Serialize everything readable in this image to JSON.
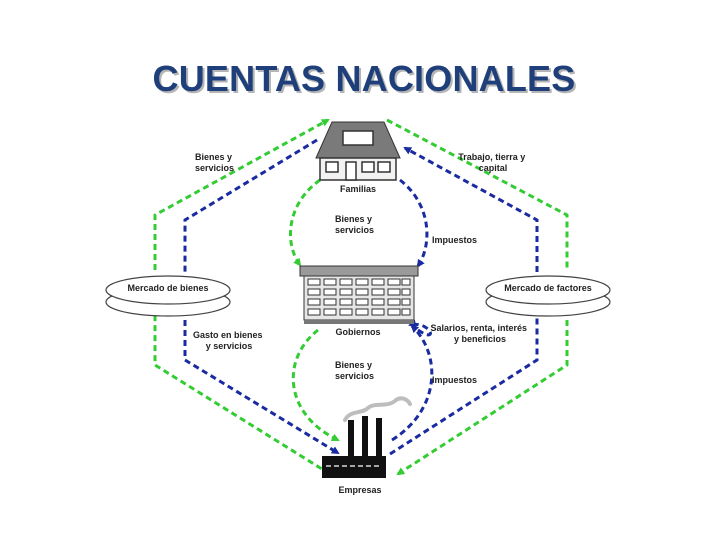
{
  "title": "CUENTAS NACIONALES",
  "colors": {
    "title": "#1f3f7a",
    "green_flow": "#33cc33",
    "blue_flow": "#1a2aa0"
  },
  "icons": [
    "house-icon",
    "government-building-icon",
    "factory-icon"
  ],
  "nodes": {
    "households": "Familias",
    "government": "Gobiernos",
    "firms": "Empresas",
    "goods_market": "Mercado de bienes",
    "factor_market": "Mercado de factores"
  },
  "flows": {
    "goods_services_top_left": [
      "Bienes y",
      "servicios"
    ],
    "work_land_capital": [
      "Trabajo, tierra y",
      "capital"
    ],
    "goods_services_gov_upper": [
      "Bienes y",
      "servicios"
    ],
    "taxes_upper": "Impuestos",
    "spending_goods": [
      "Gasto en bienes",
      "y servicios"
    ],
    "wages_rent": [
      "Salarios, renta, interés",
      "y beneficios"
    ],
    "goods_services_gov_lower": [
      "Bienes y",
      "servicios"
    ],
    "taxes_lower": "Impuestos"
  }
}
